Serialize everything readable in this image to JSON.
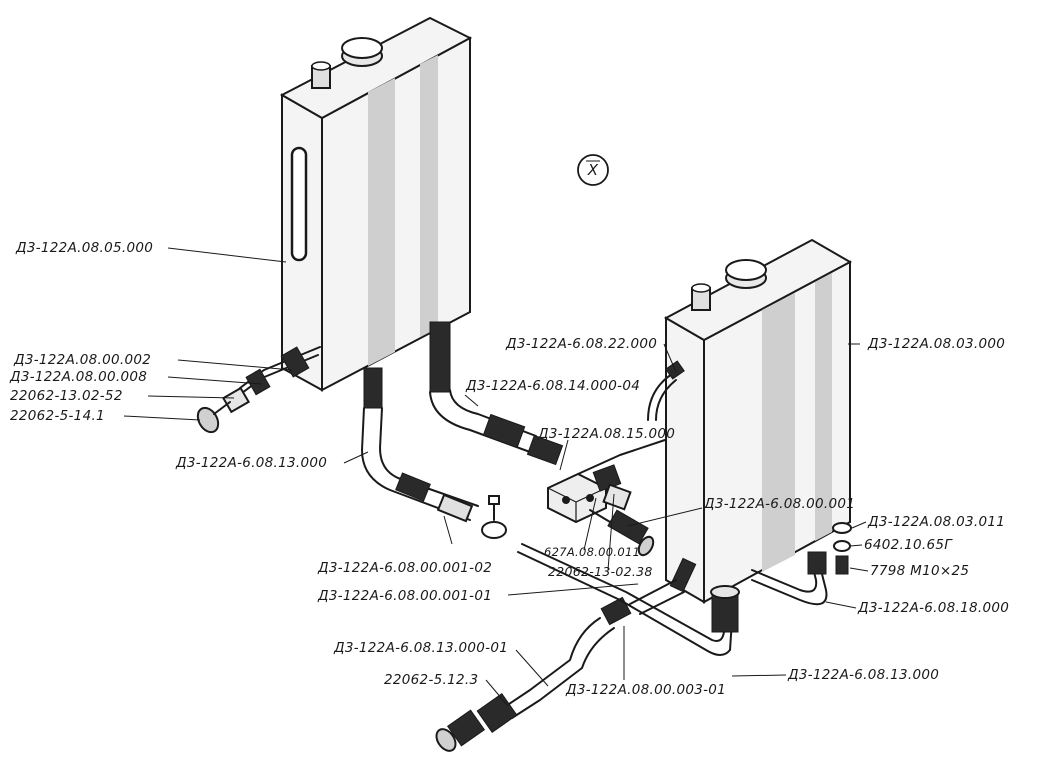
{
  "view_marker": "X",
  "labels": {
    "tank_left": "Д3-122А.08.05.000",
    "tank_right": "Д3-122А.08.03.000",
    "l_00_002": "Д3-122А.08.00.002",
    "l_00_008": "Д3-122А.08.00.008",
    "l_22062_13_02_52": "22062-13.02-52",
    "l_22062_5_14_1": "22062-5-14.1",
    "l_6_08_13_000_a": "Д3-122А-6.08.13.000",
    "l_6_08_22_000": "Д3-122А-6.08.22.000",
    "l_6_08_14_000_04": "Д3-122А-6.08.14.000-04",
    "l_08_15_000": "Д3-122А.08.15.000",
    "l_6_08_00_001": "Д3-122А-6.08.00.001",
    "l_08_03_011": "Д3-122А.08.03.011",
    "l_6402": "6402.10.65Г",
    "l_7798": "7798 М10×25",
    "l_6_08_00_001_02": "Д3-122А-6.08.00.001-02",
    "l_627a": "627А.08.00.011",
    "l_22062_13_02_38": "22062-13-02.38",
    "l_6_08_00_001_01": "Д3-122А-6.08.00.001-01",
    "l_6_08_18_000": "Д3-122А-6.08.18.000",
    "l_6_08_13_000_01": "Д3-122А-6.08.13.000-01",
    "l_22062_5_12_3": "22062-5.12.3",
    "l_08_00_003_01": "Д3-122А.08.00.003-01",
    "l_6_08_13_000_b": "Д3-122А-6.08.13.000"
  }
}
